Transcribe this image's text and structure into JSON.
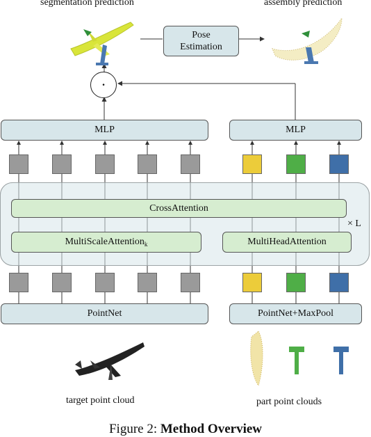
{
  "top": {
    "left_label": "segmentation prediction",
    "right_label": "assembly prediction",
    "pose_line1": "Pose",
    "pose_line2": "Estimation",
    "combine_symbol": "·"
  },
  "blocks": {
    "mlp_left": "MLP",
    "mlp_right": "MLP",
    "cross_attention": "CrossAttention",
    "multiscale_attention": "MultiScaleAttention",
    "multiscale_sub": "k",
    "multihead_attention": "MultiHeadAttention",
    "repeat": "× L",
    "pointnet": "PointNet",
    "pointnet_maxpool": "PointNet+MaxPool"
  },
  "bottom": {
    "left_label": "target point cloud",
    "right_label": "part point clouds"
  },
  "caption": {
    "prefix": "Figure 2: ",
    "title": "Method Overview"
  },
  "colors": {
    "block_blue": "#d7e6ea",
    "block_green": "#d6edd0",
    "token_gray": "#9a9a9a",
    "token_yellow": "#eccc3a",
    "token_green": "#4fae47",
    "token_blue": "#3f6fa8"
  }
}
